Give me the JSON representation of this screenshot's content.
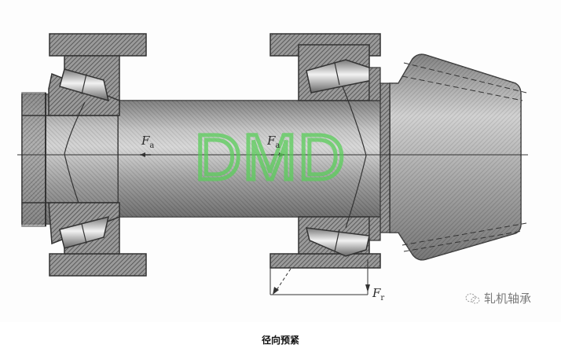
{
  "diagram": {
    "type": "mechanical-cross-section",
    "subject": "shaft with two tapered roller bearings and bevel pinion",
    "labels": {
      "fa_left": {
        "main": "F",
        "sub": "a"
      },
      "fa_right": {
        "main": "F",
        "sub": "a"
      },
      "fr": {
        "main": "F",
        "sub": "r"
      }
    },
    "watermark": "DMD",
    "colors": {
      "hatch_dark": "#5a5a5a",
      "hatch_mid": "#8c8c8c",
      "outline": "#333333",
      "watermark": "#5acd5a"
    }
  },
  "brand": {
    "icon": "wechat-icon",
    "text": "轧机轴承"
  },
  "caption": "径向预紧"
}
